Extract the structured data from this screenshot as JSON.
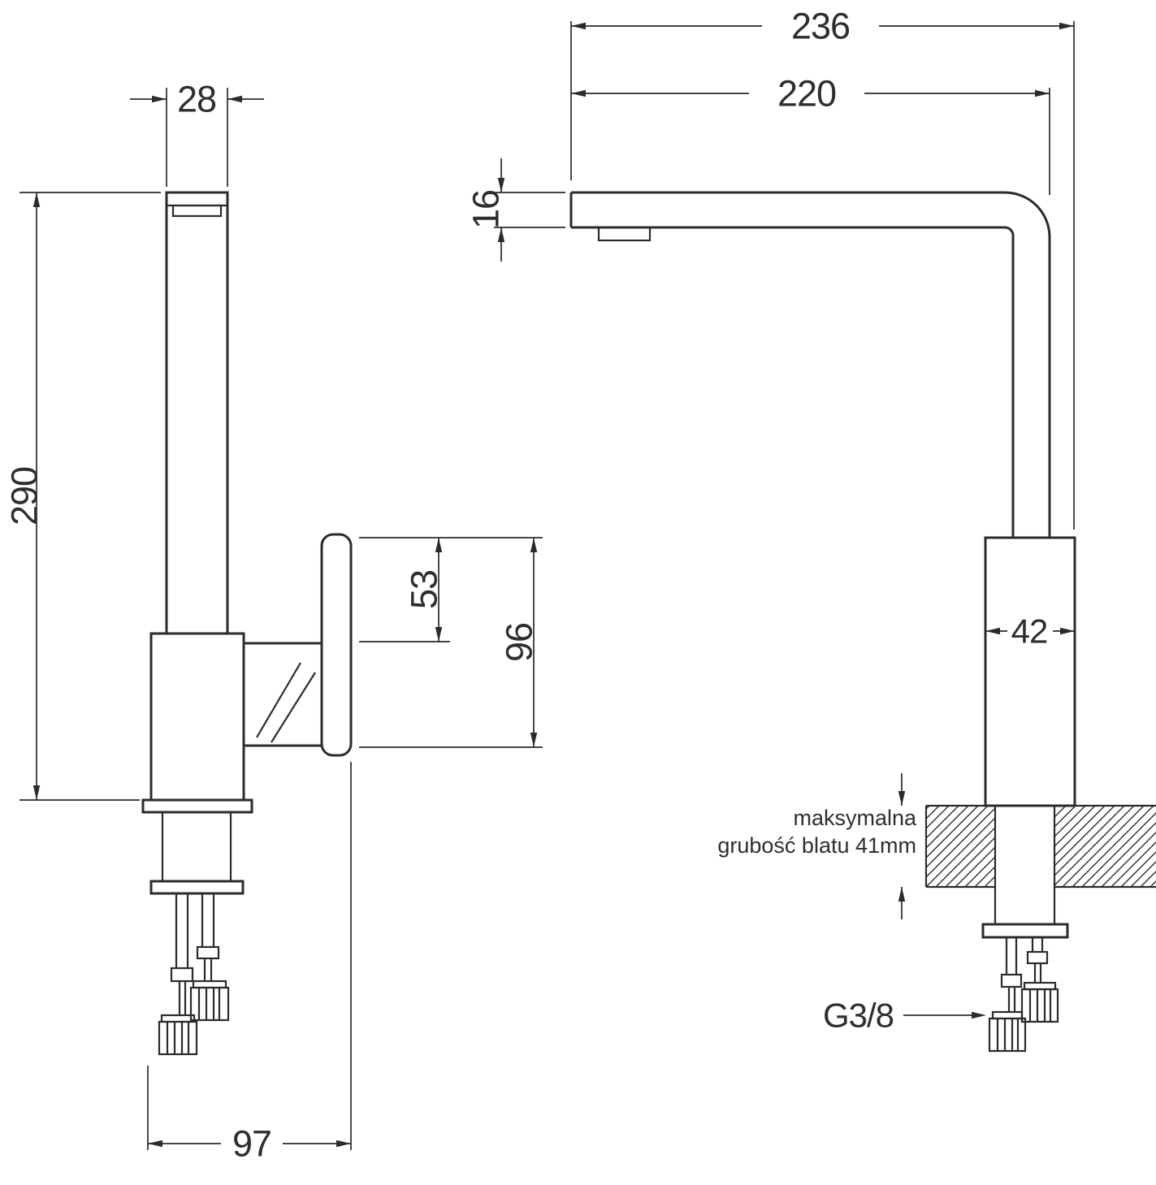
{
  "drawing": {
    "left_view": {
      "dim_spout_width": "28",
      "dim_total_height": "290",
      "dim_handle_top_offset": "53",
      "dim_handle_length": "96",
      "dim_base_depth": "97"
    },
    "right_view": {
      "dim_total_width": "236",
      "dim_spout_reach": "220",
      "dim_spout_thickness": "16",
      "dim_body_width": "42",
      "counter_note_line1": "maksymalna",
      "counter_note_line2": "grubość blatu 41mm",
      "connector_thread_label": "G3/8"
    },
    "colors": {
      "line": "#2b2b2b",
      "text": "#2e2e2e",
      "background": "#ffffff"
    }
  }
}
